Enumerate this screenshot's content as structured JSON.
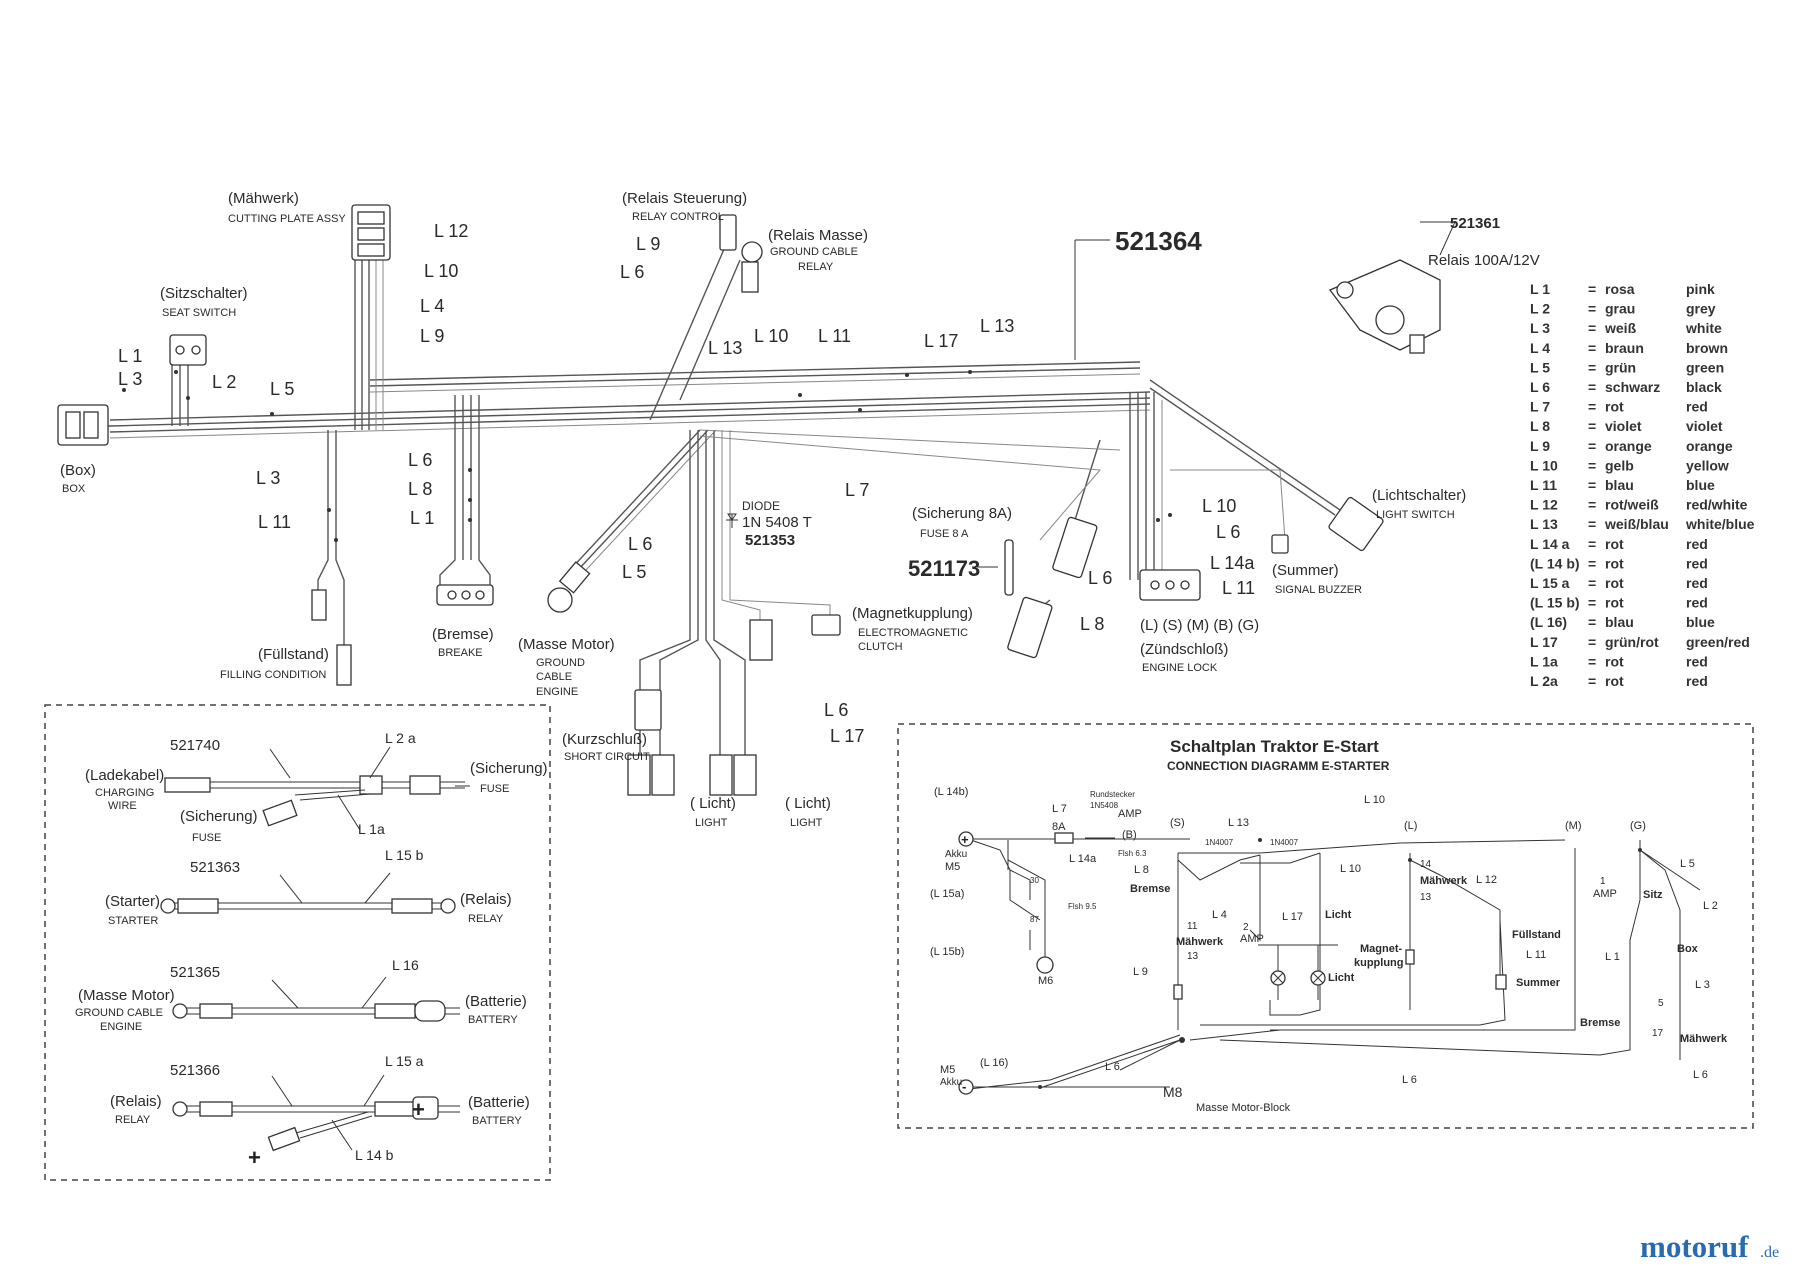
{
  "harness": {
    "part_number": "521364",
    "relay": {
      "number": "521361",
      "desc": "Relais 100A/12V"
    },
    "fuse_part": "521173",
    "diode": {
      "label": "DIODE",
      "type": "1N 5408 T",
      "number": "521353"
    },
    "components": {
      "maehwerk_de": "(Mähwerk)",
      "maehwerk_en": "CUTTING PLATE ASSY",
      "sitz_de": "(Sitzschalter)",
      "sitz_en": "SEAT SWITCH",
      "box_de": "(Box)",
      "box_en": "BOX",
      "relais_st_de": "(Relais Steuerung)",
      "relais_st_en": "RELAY CONTROL",
      "relais_m_de": "(Relais Masse)",
      "relais_m_en1": "GROUND CABLE",
      "relais_m_en2": "RELAY",
      "fuell_de": "(Füllstand)",
      "fuell_en": "FILLING CONDITION",
      "bremse_de": "(Bremse)",
      "bremse_en": "BREAKE",
      "massemotor_de": "(Masse Motor)",
      "massemotor_en1": "GROUND",
      "massemotor_en2": "CABLE",
      "massemotor_en3": "ENGINE",
      "kurz_de": "(Kurzschluß)",
      "kurz_en": "SHORT CIRCUIT",
      "magnet_de": "(Magnetkupplung)",
      "magnet_en1": "ELECTROMAGNETIC",
      "magnet_en2": "CLUTCH",
      "licht1_de": "( Licht)",
      "licht1_en": "LIGHT",
      "licht2_de": "( Licht)",
      "licht2_en": "LIGHT",
      "sicherung_de": "(Sicherung 8A)",
      "sicherung_en": "FUSE 8 A",
      "zuend_letters": "(L) (S) (M) (B) (G)",
      "zuend_de": "(Zündschloß)",
      "zuend_en": "ENGINE LOCK",
      "summer_de": "(Summer)",
      "summer_en": "SIGNAL BUZZER",
      "licht_sw_de": "(Lichtschalter)",
      "licht_sw_en": "LIGHT SWITCH"
    },
    "wire_tags": {
      "L1": "L 1",
      "L2": "L 2",
      "L3": "L 3",
      "L4": "L 4",
      "L5": "L 5",
      "L6": "L 6",
      "L7": "L 7",
      "L8": "L 8",
      "L9": "L 9",
      "L10": "L 10",
      "L11": "L 11",
      "L12": "L 12",
      "L13": "L 13",
      "L14a": "L 14a",
      "L17": "L 17"
    }
  },
  "legend": [
    {
      "code": "L 1",
      "eq": "=",
      "de": "rosa",
      "en": "pink"
    },
    {
      "code": "L 2",
      "eq": "=",
      "de": "grau",
      "en": "grey"
    },
    {
      "code": "L 3",
      "eq": "=",
      "de": "weiß",
      "en": "white"
    },
    {
      "code": "L 4",
      "eq": "=",
      "de": "braun",
      "en": "brown"
    },
    {
      "code": "L 5",
      "eq": "=",
      "de": "grün",
      "en": "green"
    },
    {
      "code": "L 6",
      "eq": "=",
      "de": "schwarz",
      "en": "black"
    },
    {
      "code": "L 7",
      "eq": "=",
      "de": "rot",
      "en": "red"
    },
    {
      "code": "L 8",
      "eq": "=",
      "de": "violet",
      "en": "violet"
    },
    {
      "code": "L 9",
      "eq": "=",
      "de": "orange",
      "en": "orange"
    },
    {
      "code": "L 10",
      "eq": "=",
      "de": "gelb",
      "en": "yellow"
    },
    {
      "code": "L 11",
      "eq": "=",
      "de": "blau",
      "en": "blue"
    },
    {
      "code": "L 12",
      "eq": "=",
      "de": "rot/weiß",
      "en": "red/white"
    },
    {
      "code": "L 13",
      "eq": "=",
      "de": "weiß/blau",
      "en": "white/blue"
    },
    {
      "code": "L 14 a",
      "eq": "=",
      "de": "rot",
      "en": "red"
    },
    {
      "code": "(L 14 b)",
      "eq": "=",
      "de": "rot",
      "en": "red"
    },
    {
      "code": "L 15 a",
      "eq": "=",
      "de": "rot",
      "en": "red"
    },
    {
      "code": "(L 15 b)",
      "eq": "=",
      "de": "rot",
      "en": "red"
    },
    {
      "code": "(L 16)",
      "eq": "=",
      "de": "blau",
      "en": "blue"
    },
    {
      "code": "L 17",
      "eq": "=",
      "de": "grün/rot",
      "en": "green/red"
    },
    {
      "code": "L 1a",
      "eq": "=",
      "de": "rot",
      "en": "red"
    },
    {
      "code": "L 2a",
      "eq": "=",
      "de": "rot",
      "en": "red"
    }
  ],
  "cables": [
    {
      "number": "521740",
      "tag_top": "L 2 a",
      "tag_bottom": "L 1a",
      "left_de": "(Ladekabel)",
      "left_en1": "CHARGING",
      "left_en2": "WIRE",
      "right_de": "(Sicherung)",
      "right_en": "FUSE",
      "bottom_de": "(Sicherung)",
      "bottom_en": "FUSE"
    },
    {
      "number": "521363",
      "tag_top": "L 15 b",
      "left_de": "(Starter)",
      "left_en1": "STARTER",
      "right_de": "(Relais)",
      "right_en": "RELAY"
    },
    {
      "number": "521365",
      "tag_top": "L 16",
      "left_de": "(Masse Motor)",
      "left_en1": "GROUND CABLE",
      "left_en2": "ENGINE",
      "right_de": "(Batterie)",
      "right_en": "BATTERY"
    },
    {
      "number": "521366",
      "tag_top": "L 15 a",
      "tag_bottom": "L 14 b",
      "left_de": "(Relais)",
      "left_en1": "RELAY",
      "right_de": "(Batterie)",
      "right_en": "BATTERY"
    }
  ],
  "schematic": {
    "title": "Schaltplan Traktor E-Start",
    "subtitle": "CONNECTION DIAGRAMM E-STARTER",
    "labels": {
      "l14b": "(L 14b)",
      "akku": "Akku",
      "m5": "M5",
      "l15a": "(L 15a)",
      "l15b": "(L 15b)",
      "m6": "M6",
      "l7": "L 7",
      "a8": "8A",
      "rund": "Rundstecker",
      "d1n": "1N5408",
      "amp": "AMP",
      "b": "(B)",
      "l14a": "L 14a",
      "flsh63": "Flsh 6.3",
      "flsh95": "Flsh 9.5",
      "n30": "30",
      "n87": "87",
      "s": "(S)",
      "bremse": "Bremse",
      "l8": "L 8",
      "l13": "L 13",
      "in4007a": "1N4007",
      "in4007b": "1N4007",
      "l": "(L)",
      "l10a": "L 10",
      "l10b": "L 10",
      "m": "(M)",
      "g": "(G)",
      "l4": "L 4",
      "maehwerk": "Mähwerk",
      "n2": "2",
      "amp2": "AMP",
      "l17": "L 17",
      "licht1": "Licht",
      "licht2": "Licht",
      "l9": "L 9",
      "n11": "11",
      "n13": "13",
      "n14": "14",
      "n13b": "13",
      "maehwerk2": "Mähwerk",
      "l12": "L 12",
      "magnet1": "Magnet-",
      "magnet2": "kupplung",
      "fuellstand": "Füllstand",
      "l11": "L 11",
      "summer": "Summer",
      "l5": "L 5",
      "n1": "1",
      "amp3": "AMP",
      "sitz": "Sitz",
      "l2": "L 2",
      "l1": "L 1",
      "box": "Box",
      "l3": "L 3",
      "bremse2": "Bremse",
      "maehwerk3": "Mähwerk",
      "n5": "5",
      "n17": "17",
      "l6a": "L 6",
      "l6b": "L 6",
      "l6c": "L 6",
      "m5b": "M5",
      "akku2": "Akku",
      "l16": "(L 16)",
      "m8": "M8",
      "m8sub": "Masse Motor-Block"
    }
  },
  "watermark": {
    "text": "motoruf",
    "suffix": ".de"
  }
}
